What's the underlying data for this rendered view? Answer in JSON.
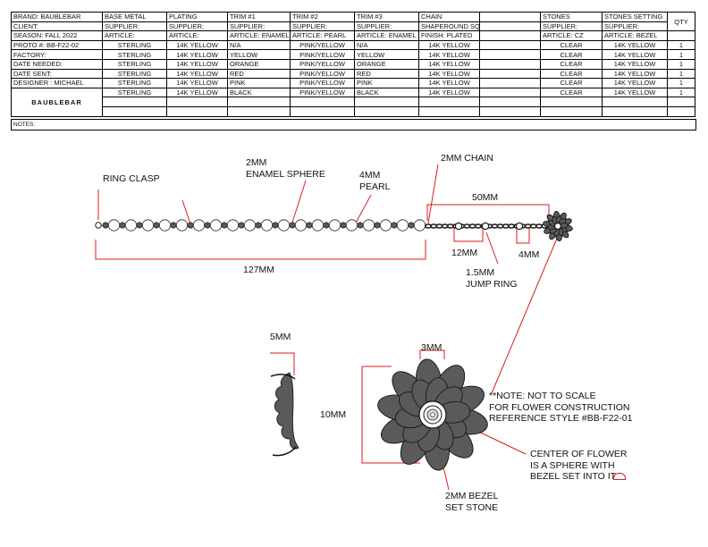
{
  "header": {
    "brand_label": "BRAND: BAUBLEBAR",
    "columns": [
      "BASE METAL",
      "PLATING",
      "TRIM #1",
      "TRIM #2",
      "TRIM #3",
      "CHAIN",
      "",
      "STONES",
      "STONES SETTING",
      "QTY"
    ],
    "row_labels": [
      "CLIENT:",
      "SEASON:  FALL 2022",
      "PROTO #:  BB-F22-02",
      "FACTORY:",
      "DATE NEEDED:",
      "DATE SENT:",
      "DESIGNER :   MICHAEL"
    ],
    "supplier_label": "SUPPLIER:",
    "article_label": "ARTICLE:",
    "article_values": {
      "trim1": "ARTICLE: ENAMEL FLOWER",
      "trim2": "ARTICLE: PEARL",
      "trim3": "ARTICLE: ENAMEL SPHERE",
      "stones": "ARTICLE: CZ",
      "setting": "ARTICLE: BEZEL"
    },
    "chain_supplier": "SHAPEROUND SQUARE",
    "chain_finish": "FINISH: PLATED",
    "logo": "BAUBLEBAR"
  },
  "rows": [
    [
      "STERLING",
      "14K YELLOW",
      "N/A",
      "PINK/YELLOW",
      "N/A",
      "14K YELLOW",
      "",
      "CLEAR",
      "14K YELLOW",
      "1"
    ],
    [
      "STERLING",
      "14K YELLOW",
      "YELLOW",
      "PINK/YELLOW",
      "YELLOW",
      "14K YELLOW",
      "",
      "CLEAR",
      "14K YELLOW",
      "1"
    ],
    [
      "STERLING",
      "14K YELLOW",
      "ORANGE",
      "PINK/YELLOW",
      "ORANGE",
      "14K YELLOW",
      "",
      "CLEAR",
      "14K YELLOW",
      "1"
    ],
    [
      "STERLING",
      "14K YELLOW",
      "RED",
      "PINK/YELLOW",
      "RED",
      "14K YELLOW",
      "",
      "CLEAR",
      "14K YELLOW",
      "1"
    ],
    [
      "STERLING",
      "14K YELLOW",
      "PINK",
      "PINK/YELLOW",
      "PINK",
      "14K YELLOW",
      "",
      "CLEAR",
      "14K YELLOW",
      "1"
    ],
    [
      "STERLING",
      "14K YELLOW",
      "BLACK",
      "PINK/YELLOW",
      "BLACK",
      "14K YELLOW",
      "",
      "CLEAR",
      "14K YELLOW",
      "1"
    ]
  ],
  "notes_label": "NOTES:",
  "annotations": {
    "ring_clasp": "RING CLASP",
    "enamel_sphere": "2MM\nENAMEL SPHERE",
    "pearl": "4MM\nPEARL",
    "chain": "2MM CHAIN",
    "chain_length": "50MM",
    "link_length": "12MM",
    "jump_ring_size": "4MM",
    "jump_ring": "1.5MM\nJUMP RING",
    "total_length": "127MM",
    "side_width": "5MM",
    "center_size": "3MM",
    "flower_height": "10MM",
    "note": "**NOTE: NOT TO SCALE\nFOR FLOWER CONSTRUCTION\nREFERENCE STYLE #BB-F22-01",
    "center_note": "CENTER OF FLOWER\nIS A SPHERE WITH\nBEZEL SET INTO IT",
    "bezel": "2MM BEZEL\nSET STONE"
  },
  "colors": {
    "dimension_line": "#d81e1e",
    "enamel": "#5a5a5a",
    "chain": "#222222"
  }
}
